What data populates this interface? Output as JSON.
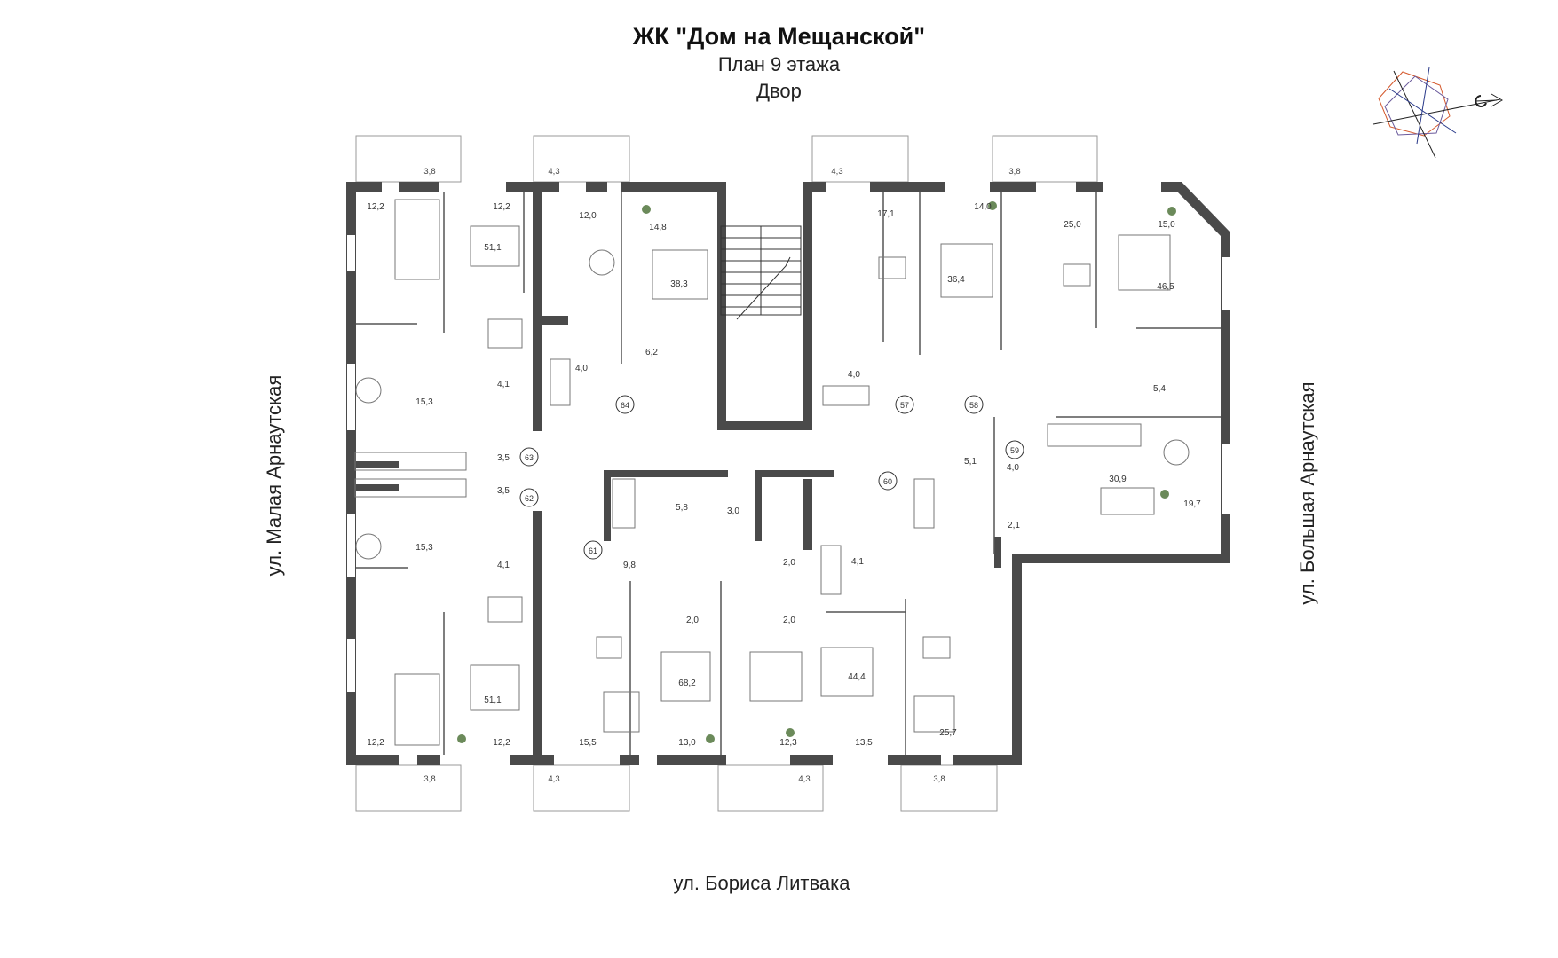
{
  "header": {
    "title": "ЖК \"Дом на Мещанской\"",
    "floor": "План 9 этажа",
    "side": "Двор"
  },
  "streets": {
    "left": "ул. Малая Арнаутская",
    "right": "ул. Большая Арнаутская",
    "bottom": "ул. Бориса Литвака"
  },
  "balconies": {
    "t1": "3,8",
    "t2": "4,3",
    "t3": "4,3",
    "t4": "3,8",
    "b1": "3,8",
    "b2": "4,3",
    "b3": "4,3",
    "b4": "3,8"
  },
  "areas": {
    "a01": "12,2",
    "a02": "12,2",
    "a03": "51,1",
    "a04": "12,0",
    "a05": "14,8",
    "a06": "38,3",
    "a07": "4,1",
    "a08": "4,0",
    "a09": "6,2",
    "a10": "15,3",
    "a11": "3,5",
    "a12": "3,5",
    "a13": "17,1",
    "a14": "14,0",
    "a15": "25,0",
    "a16": "15,0",
    "a17": "36,4",
    "a18": "46,5",
    "a19": "4,0",
    "a20": "5,4",
    "a21": "4,0",
    "a22": "30,9",
    "a23": "19,7",
    "a24": "2,1",
    "a25": "5,1",
    "a26": "5,8",
    "a27": "3,0",
    "a28": "9,8",
    "a29": "2,0",
    "a30": "2,0",
    "a31": "2,0",
    "a32": "4,1",
    "a33": "4,1",
    "a34": "15,3",
    "a35": "51,1",
    "a36": "12,2",
    "a37": "12,2",
    "a38": "15,5",
    "a39": "68,2",
    "a40": "13,0",
    "a41": "12,3",
    "a42": "44,4",
    "a43": "13,5",
    "a44": "25,7"
  },
  "apartments": {
    "n57": "57",
    "n58": "58",
    "n59": "59",
    "n60": "60",
    "n61": "61",
    "n62": "62",
    "n63": "63",
    "n64": "64"
  },
  "icons": [
    "compass-icon",
    "stair-icon",
    "plant-icon",
    "furniture-icon"
  ]
}
